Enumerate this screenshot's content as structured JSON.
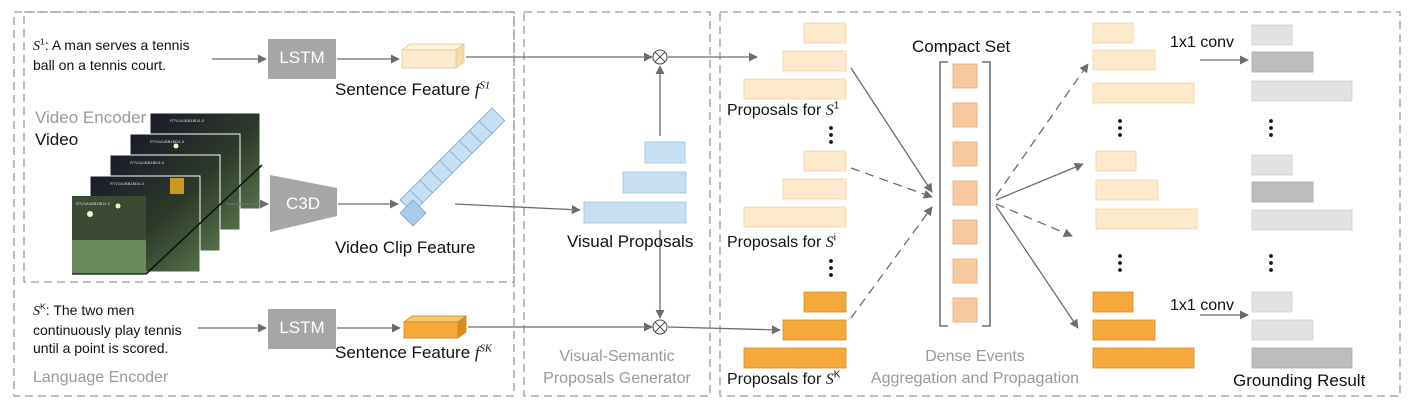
{
  "language_encoder": {
    "label": "Language Encoder",
    "sentence_1": {
      "symbol": "S",
      "sup": "1",
      "text_line1": ": A man serves a tennis",
      "text_line2": "ball on a tennis court."
    },
    "sentence_k": {
      "symbol": "S",
      "sup": "K",
      "text_line1": ": The two men",
      "text_line2": "continuously play tennis",
      "text_line3": "until a point is scored."
    },
    "lstm_label": "LSTM",
    "feature_1_label": "Sentence Feature",
    "feature_1_sym": "f",
    "feature_1_sup": "S1",
    "feature_k_label": "Sentence Feature",
    "feature_k_sym": "f",
    "feature_k_sup": "SK"
  },
  "video_encoder": {
    "label": "Video Encoder",
    "video_label": "Video",
    "c3d_label": "C3D",
    "clip_feature_label": "Video Clip Feature",
    "frame_caption": "RTV1A1BB1BD4-0"
  },
  "vspg": {
    "visual_proposals_label": "Visual Proposals",
    "label_line1": "Visual-Semantic",
    "label_line2": "Proposals Generator"
  },
  "proposals": {
    "p1": {
      "label": "Proposals for",
      "symbol": "S",
      "sup": "1"
    },
    "pi": {
      "label": "Proposals for",
      "symbol": "S",
      "sup": "i"
    },
    "pk": {
      "label": "Proposals for",
      "symbol": "S",
      "sup": "K"
    }
  },
  "dense": {
    "compact_set_label": "Compact Set",
    "label_line1": "Dense Events",
    "label_line2": "Aggregation and Propagation",
    "conv_label_1": "1x1 conv",
    "conv_label_2": "1x1 conv",
    "grounding_label": "Grounding Result"
  },
  "colors": {
    "light_orange": "#fde9cb",
    "mid_orange": "#f8c9a0",
    "strong_orange": "#f5a93a",
    "light_blue": "#c7dff2",
    "grey_box": "#a6a6a6",
    "light_grey": "#dedede"
  }
}
